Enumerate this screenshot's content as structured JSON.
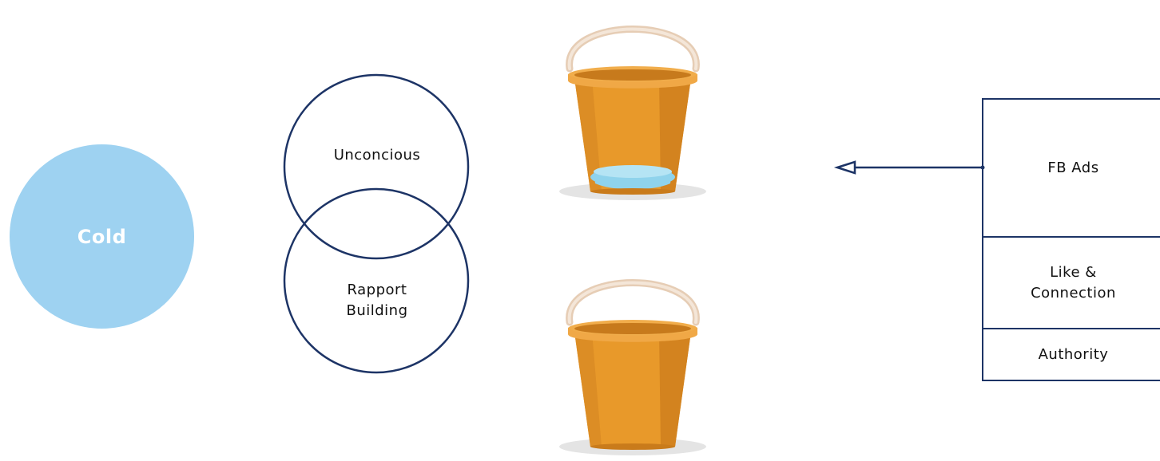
{
  "cold_circle": {
    "label": "Cold",
    "color": "#9ed2f1"
  },
  "overlap_circles": {
    "top_label": "Unconcious",
    "bottom_label_line1": "Rapport",
    "bottom_label_line2": "Building",
    "stroke_color": "#1d3466"
  },
  "buckets": [
    {
      "name": "bucket-with-water",
      "has_water": true
    },
    {
      "name": "empty-bucket",
      "has_water": false
    }
  ],
  "stack": {
    "items": [
      {
        "label": "FB Ads"
      },
      {
        "label_line1": "Like &",
        "label_line2": "Connection"
      },
      {
        "label": "Authority"
      }
    ],
    "border_color": "#1d3466"
  },
  "connector": {
    "icon": "hollow-arrow-left-icon",
    "color": "#1d3466"
  },
  "colors": {
    "bucket_body": "#e8992a",
    "bucket_rim": "#f1ad4b",
    "bucket_handle": "#eed9c4",
    "water": "#8fd3ec"
  }
}
